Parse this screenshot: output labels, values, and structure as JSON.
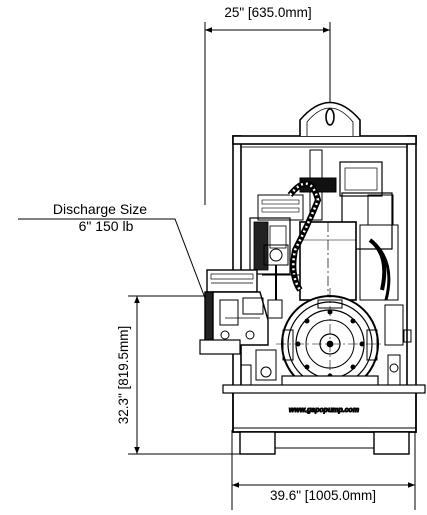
{
  "dimensions": {
    "top_width": "25\" [635.0mm]",
    "height": "32.3\" [819.5mm]",
    "base_width": "39.6\" [1005.0mm]"
  },
  "callout": {
    "line1": "Discharge Size",
    "line2": "6\" 150 lb"
  },
  "base_marking": "www.gapopump.com",
  "colors": {
    "ink": "#000000",
    "background": "#ffffff"
  }
}
